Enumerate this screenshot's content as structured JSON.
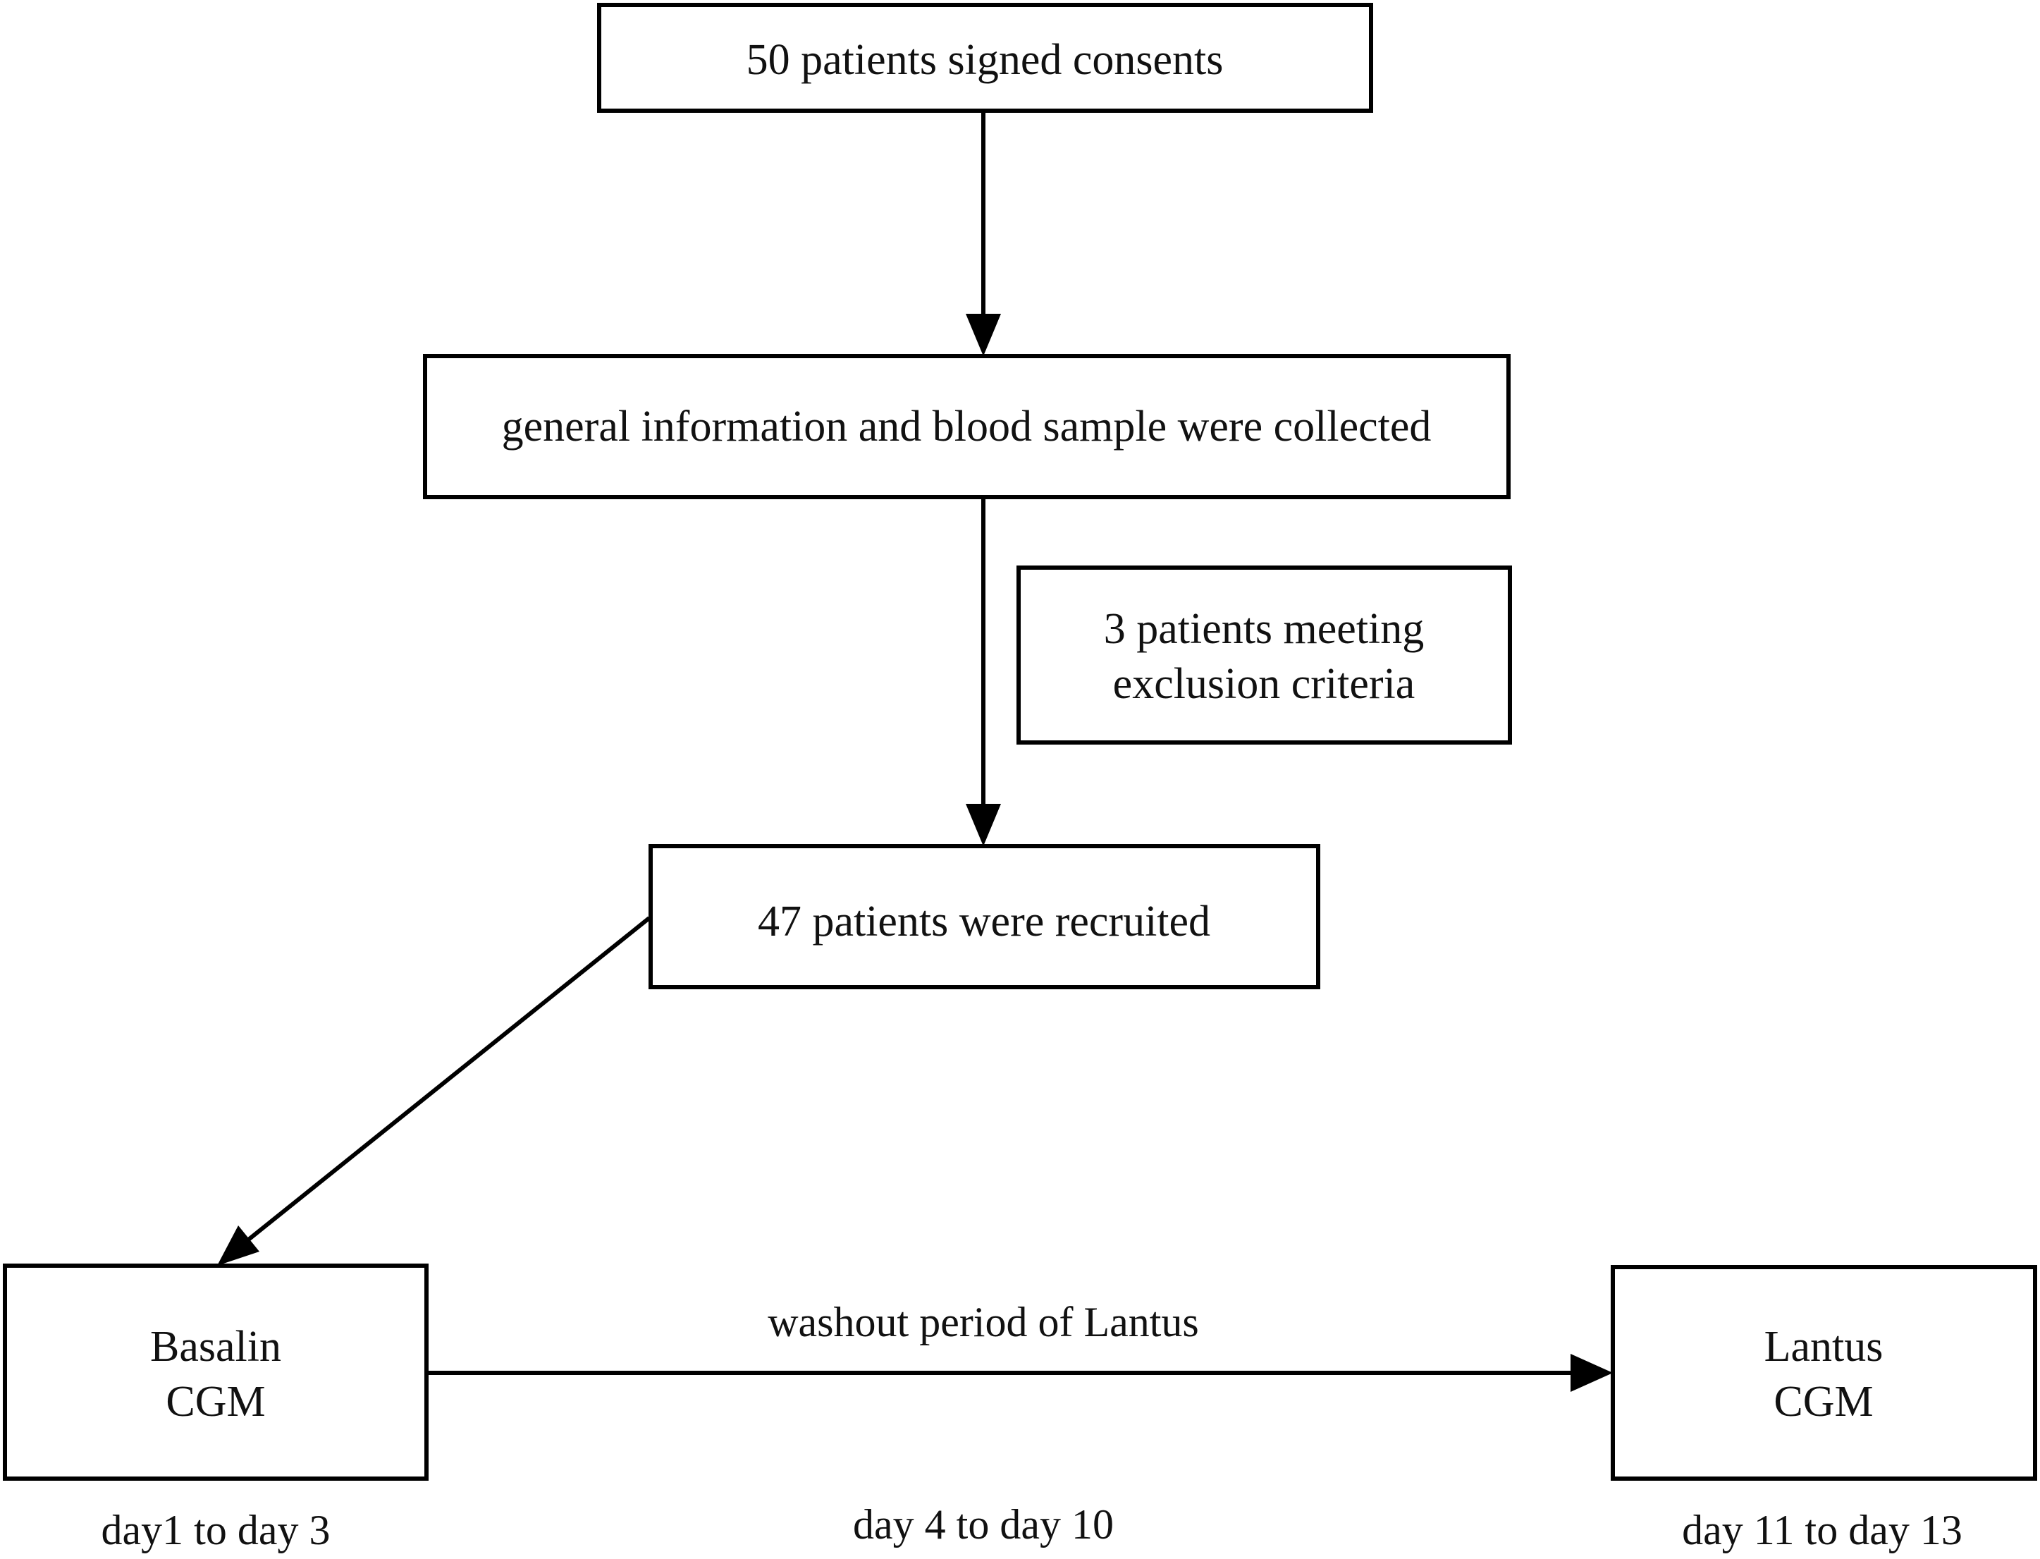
{
  "boxes": {
    "consent": "50 patients signed consents",
    "collected": "general information and blood sample were collected",
    "exclusion_line1": "3 patients meeting",
    "exclusion_line2": "exclusion criteria",
    "recruited": "47 patients were recruited",
    "basalin_line1": "Basalin",
    "basalin_line2": "CGM",
    "lantus_line1": "Lantus",
    "lantus_line2": "CGM"
  },
  "labels": {
    "washout": "washout period of Lantus",
    "basalin_days": "day1 to day 3",
    "washout_days": "day 4 to day 10",
    "lantus_days": "day 11 to day 13"
  }
}
